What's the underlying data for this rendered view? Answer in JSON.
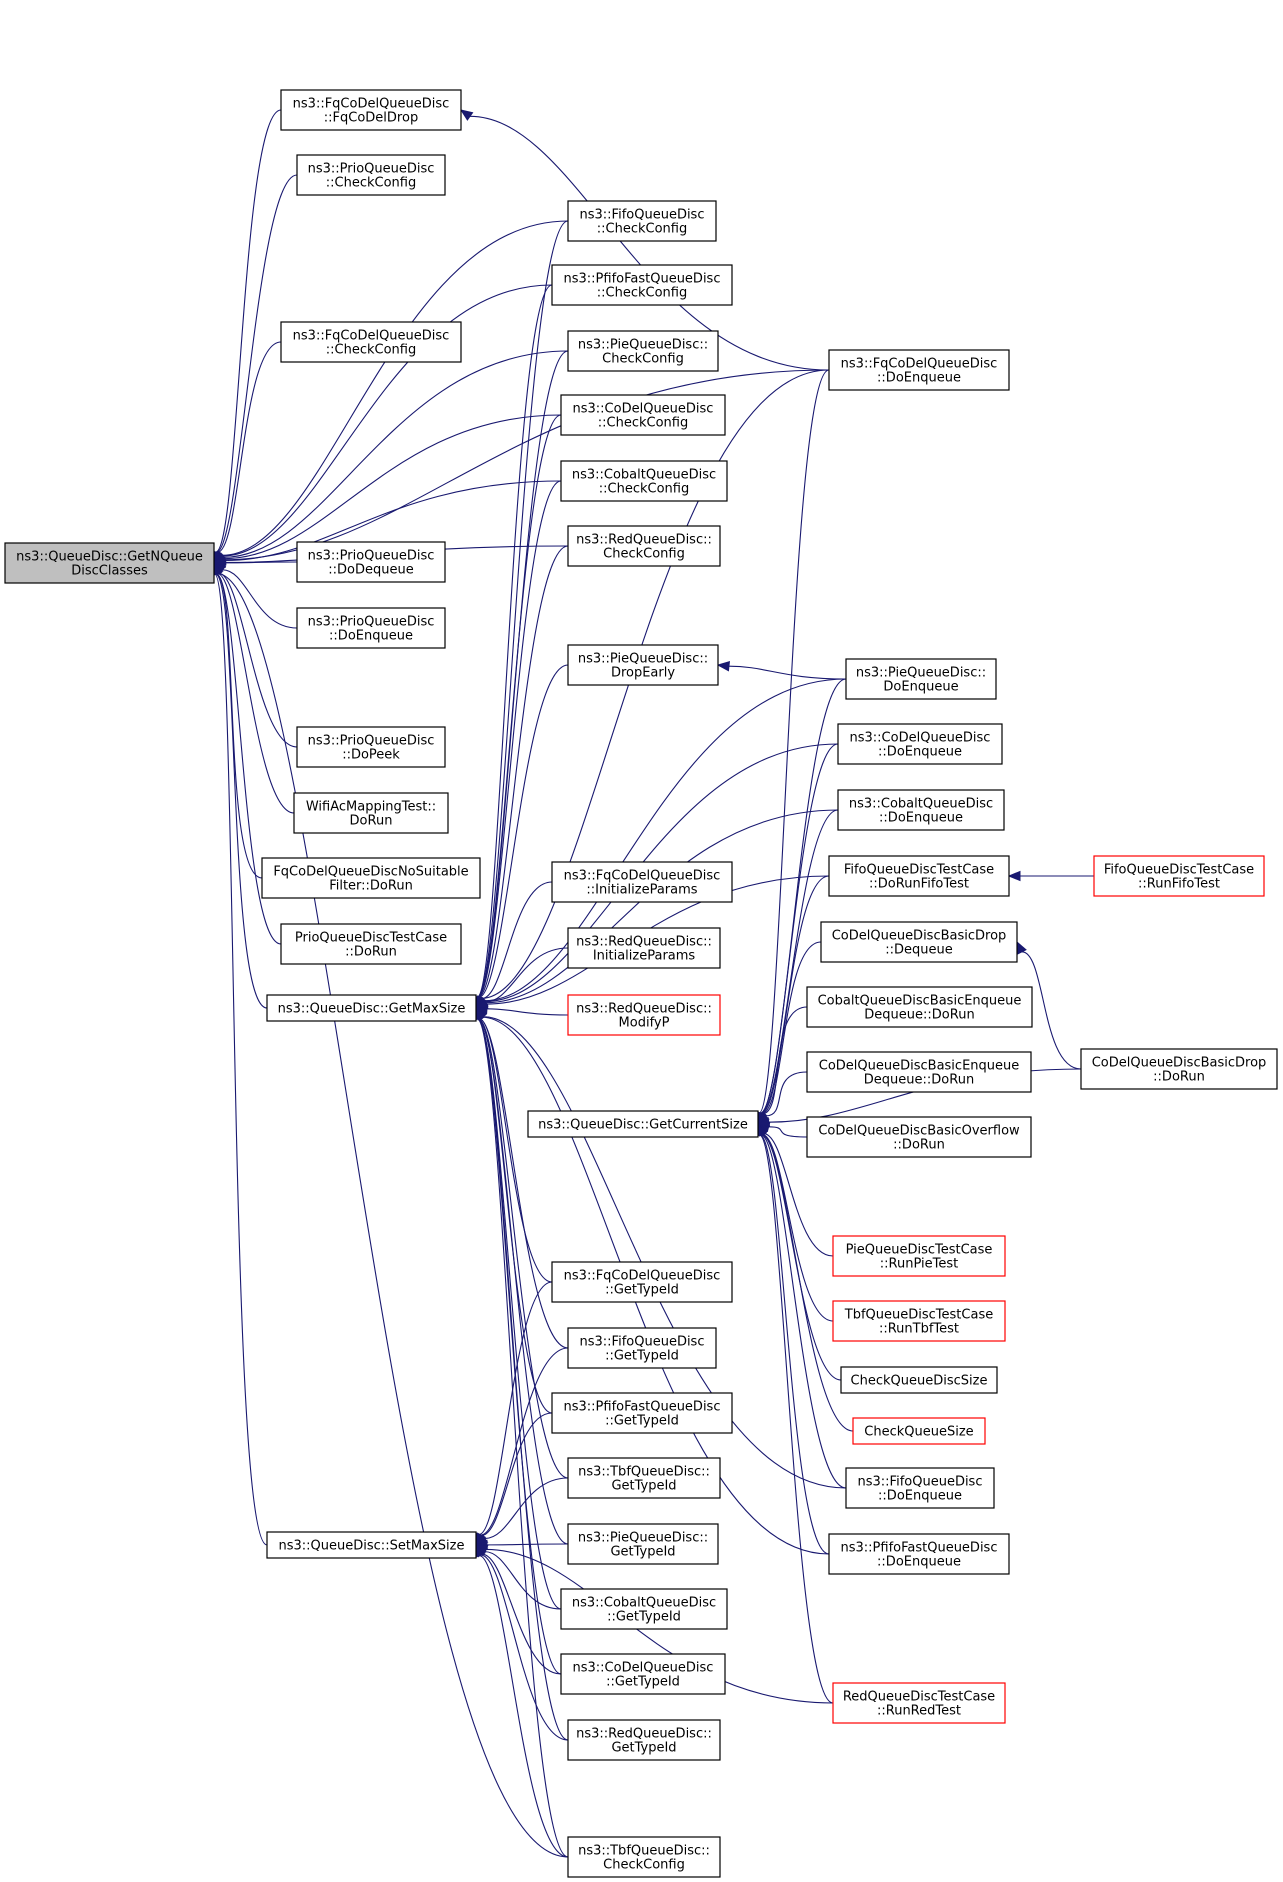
{
  "colors": {
    "edge": "#191970",
    "node_border": "#000000",
    "root_fill": "#bfbfbf",
    "truncated_border": "#ff0000"
  },
  "nodes": {
    "root": {
      "lines": [
        "ns3::QueueDisc::GetNQueue",
        "DiscClasses"
      ]
    },
    "fq_fqcodeldrop": {
      "lines": [
        "ns3::FqCoDelQueueDisc",
        "::FqCoDelDrop"
      ]
    },
    "prio_checkconfig": {
      "lines": [
        "ns3::PrioQueueDisc",
        "::CheckConfig"
      ]
    },
    "fq_checkconfig": {
      "lines": [
        "ns3::FqCoDelQueueDisc",
        "::CheckConfig"
      ]
    },
    "prio_dodequeue": {
      "lines": [
        "ns3::PrioQueueDisc",
        "::DoDequeue"
      ]
    },
    "prio_doenqueue": {
      "lines": [
        "ns3::PrioQueueDisc",
        "::DoEnqueue"
      ]
    },
    "prio_dopeek": {
      "lines": [
        "ns3::PrioQueueDisc",
        "::DoPeek"
      ]
    },
    "wifiac_dorun": {
      "lines": [
        "WifiAcMappingTest::",
        "DoRun"
      ]
    },
    "fqnosuit_dorun": {
      "lines": [
        "FqCoDelQueueDiscNoSuitable",
        "Filter::DoRun"
      ]
    },
    "priotc_dorun": {
      "lines": [
        "PrioQueueDiscTestCase",
        "::DoRun"
      ]
    },
    "getmaxsize": {
      "lines": [
        "ns3::QueueDisc::GetMaxSize"
      ]
    },
    "setmaxsize": {
      "lines": [
        "ns3::QueueDisc::SetMaxSize"
      ]
    },
    "fifo_checkconfig": {
      "lines": [
        "ns3::FifoQueueDisc",
        "::CheckConfig"
      ]
    },
    "pfifo_checkconfig": {
      "lines": [
        "ns3::PfifoFastQueueDisc",
        "::CheckConfig"
      ]
    },
    "pie_checkconfig": {
      "lines": [
        "ns3::PieQueueDisc::",
        "CheckConfig"
      ]
    },
    "codel_checkconfig": {
      "lines": [
        "ns3::CoDelQueueDisc",
        "::CheckConfig"
      ]
    },
    "cobalt_checkconfig": {
      "lines": [
        "ns3::CobaltQueueDisc",
        "::CheckConfig"
      ]
    },
    "red_checkconfig": {
      "lines": [
        "ns3::RedQueueDisc::",
        "CheckConfig"
      ]
    },
    "pie_dropearly": {
      "lines": [
        "ns3::PieQueueDisc::",
        "DropEarly"
      ]
    },
    "fq_initparams": {
      "lines": [
        "ns3::FqCoDelQueueDisc",
        "::InitializeParams"
      ]
    },
    "red_initparams": {
      "lines": [
        "ns3::RedQueueDisc::",
        "InitializeParams"
      ]
    },
    "red_modifyp": {
      "lines": [
        "ns3::RedQueueDisc::",
        "ModifyP"
      ]
    },
    "getcurrentsize": {
      "lines": [
        "ns3::QueueDisc::GetCurrentSize"
      ]
    },
    "fq_gettypeid": {
      "lines": [
        "ns3::FqCoDelQueueDisc",
        "::GetTypeId"
      ]
    },
    "fifo_gettypeid": {
      "lines": [
        "ns3::FifoQueueDisc",
        "::GetTypeId"
      ]
    },
    "pfifo_gettypeid": {
      "lines": [
        "ns3::PfifoFastQueueDisc",
        "::GetTypeId"
      ]
    },
    "tbf_gettypeid": {
      "lines": [
        "ns3::TbfQueueDisc::",
        "GetTypeId"
      ]
    },
    "pie_gettypeid": {
      "lines": [
        "ns3::PieQueueDisc::",
        "GetTypeId"
      ]
    },
    "cobalt_gettypeid": {
      "lines": [
        "ns3::CobaltQueueDisc",
        "::GetTypeId"
      ]
    },
    "codel_gettypeid": {
      "lines": [
        "ns3::CoDelQueueDisc",
        "::GetTypeId"
      ]
    },
    "red_gettypeid": {
      "lines": [
        "ns3::RedQueueDisc::",
        "GetTypeId"
      ]
    },
    "tbf_checkconfig": {
      "lines": [
        "ns3::TbfQueueDisc::",
        "CheckConfig"
      ]
    },
    "fq_doenqueue": {
      "lines": [
        "ns3::FqCoDelQueueDisc",
        "::DoEnqueue"
      ]
    },
    "pie_doenqueue": {
      "lines": [
        "ns3::PieQueueDisc::",
        "DoEnqueue"
      ]
    },
    "codel_doenqueue": {
      "lines": [
        "ns3::CoDelQueueDisc",
        "::DoEnqueue"
      ]
    },
    "cobalt_doenqueue": {
      "lines": [
        "ns3::CobaltQueueDisc",
        "::DoEnqueue"
      ]
    },
    "fifotc_dorunfifo": {
      "lines": [
        "FifoQueueDiscTestCase",
        "::DoRunFifoTest"
      ]
    },
    "codelbasicdrop_dequeue": {
      "lines": [
        "CoDelQueueDiscBasicDrop",
        "::Dequeue"
      ]
    },
    "cobaltbasicenq_dorun": {
      "lines": [
        "CobaltQueueDiscBasicEnqueue",
        "Dequeue::DoRun"
      ]
    },
    "codelbasicenq_dorun": {
      "lines": [
        "CoDelQueueDiscBasicEnqueue",
        "Dequeue::DoRun"
      ]
    },
    "codelbasicover_dorun": {
      "lines": [
        "CoDelQueueDiscBasicOverflow",
        "::DoRun"
      ]
    },
    "pietc_runpie": {
      "lines": [
        "PieQueueDiscTestCase",
        "::RunPieTest"
      ]
    },
    "tbftc_runtbf": {
      "lines": [
        "TbfQueueDiscTestCase",
        "::RunTbfTest"
      ]
    },
    "checkqueuedisc": {
      "lines": [
        "CheckQueueDiscSize"
      ]
    },
    "checkqueuesize": {
      "lines": [
        "CheckQueueSize"
      ]
    },
    "fifo_doenqueue": {
      "lines": [
        "ns3::FifoQueueDisc",
        "::DoEnqueue"
      ]
    },
    "pfifo_doenqueue": {
      "lines": [
        "ns3::PfifoFastQueueDisc",
        "::DoEnqueue"
      ]
    },
    "redtc_runred": {
      "lines": [
        "RedQueueDiscTestCase",
        "::RunRedTest"
      ]
    },
    "fifotc_runfifo": {
      "lines": [
        "FifoQueueDiscTestCase",
        "::RunFifoTest"
      ]
    },
    "codelbasicdrop_dorun": {
      "lines": [
        "CoDelQueueDiscBasicDrop",
        "::DoRun"
      ]
    }
  }
}
